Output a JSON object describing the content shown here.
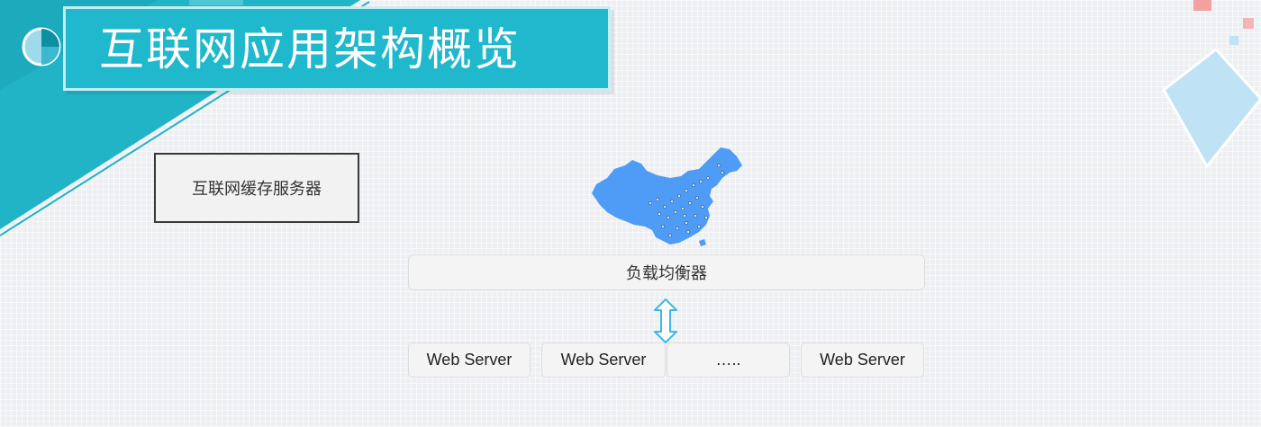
{
  "slide": {
    "title": "互联网应用架构概览",
    "accent_color": "#1fb8cc",
    "title_icon": "pie-chart-icon"
  },
  "diagram": {
    "cache_server_label": "互联网缓存服务器",
    "map_icon": "china-map-icon",
    "map_color": "#4e9cf5",
    "load_balancer_label": "负载均衡器",
    "arrow_icon": "double-arrow-icon",
    "servers": [
      {
        "label": "Web Server"
      },
      {
        "label": "Web Server"
      },
      {
        "label": "….."
      },
      {
        "label": "Web Server"
      }
    ]
  }
}
